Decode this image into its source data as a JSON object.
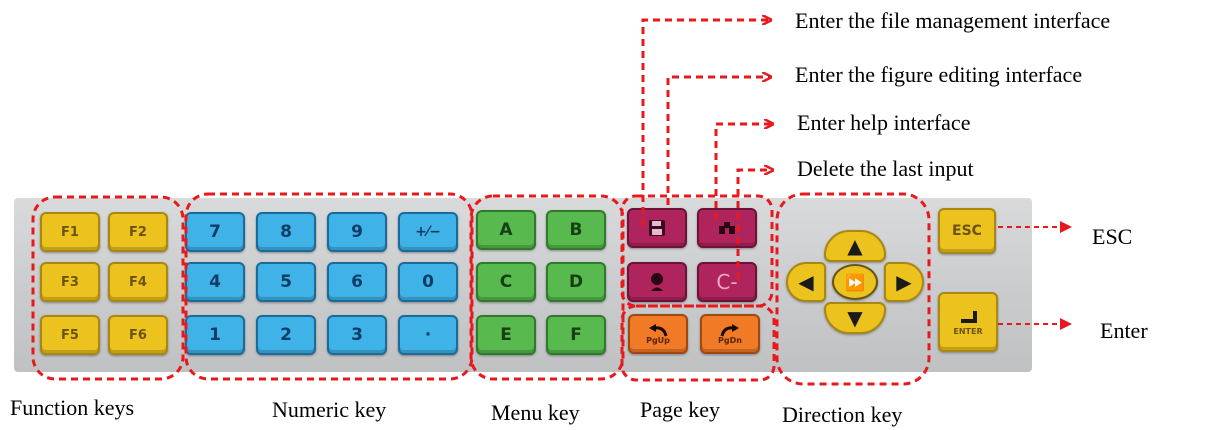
{
  "groups": {
    "function_keys": "Function keys",
    "numeric_key": "Numeric key",
    "menu_key": "Menu key",
    "page_key": "Page key",
    "direction_key": "Direction key"
  },
  "annotations": {
    "file_management": "Enter the file management interface",
    "figure_editing": "Enter the figure editing interface",
    "help": "Enter help interface",
    "delete_last": "Delete the last input",
    "esc": "ESC",
    "enter": "Enter"
  },
  "keys": {
    "function": [
      "F1",
      "F2",
      "F3",
      "F4",
      "F5",
      "F6"
    ],
    "numeric": [
      "7",
      "8",
      "9",
      "+⁄−",
      "4",
      "5",
      "6",
      "0",
      "1",
      "2",
      "3",
      "·"
    ],
    "menu": [
      "A",
      "B",
      "C",
      "D",
      "E",
      "F"
    ],
    "clear": "C-",
    "page_up": "PgUp",
    "page_down": "PgDn",
    "esc": "ESC",
    "enter": "ENTER"
  },
  "icons": {
    "save": "floppy-disk-icon",
    "edit": "figure-edit-icon",
    "help": "help-icon",
    "clear": "clear-icon",
    "page_up": "curved-arrow-left-icon",
    "page_down": "curved-arrow-right-icon",
    "enter": "return-arrow-icon",
    "direction": [
      "arrow-up-icon",
      "arrow-down-icon",
      "arrow-left-icon",
      "arrow-right-icon",
      "fast-forward-icon"
    ]
  },
  "colors": {
    "function_keys": "#ecc31e",
    "numeric_keys": "#3fb3e8",
    "menu_keys": "#58b94e",
    "system_keys": "#b0245e",
    "page_keys": "#f07a26",
    "annotation_lines": "#e8191c"
  }
}
